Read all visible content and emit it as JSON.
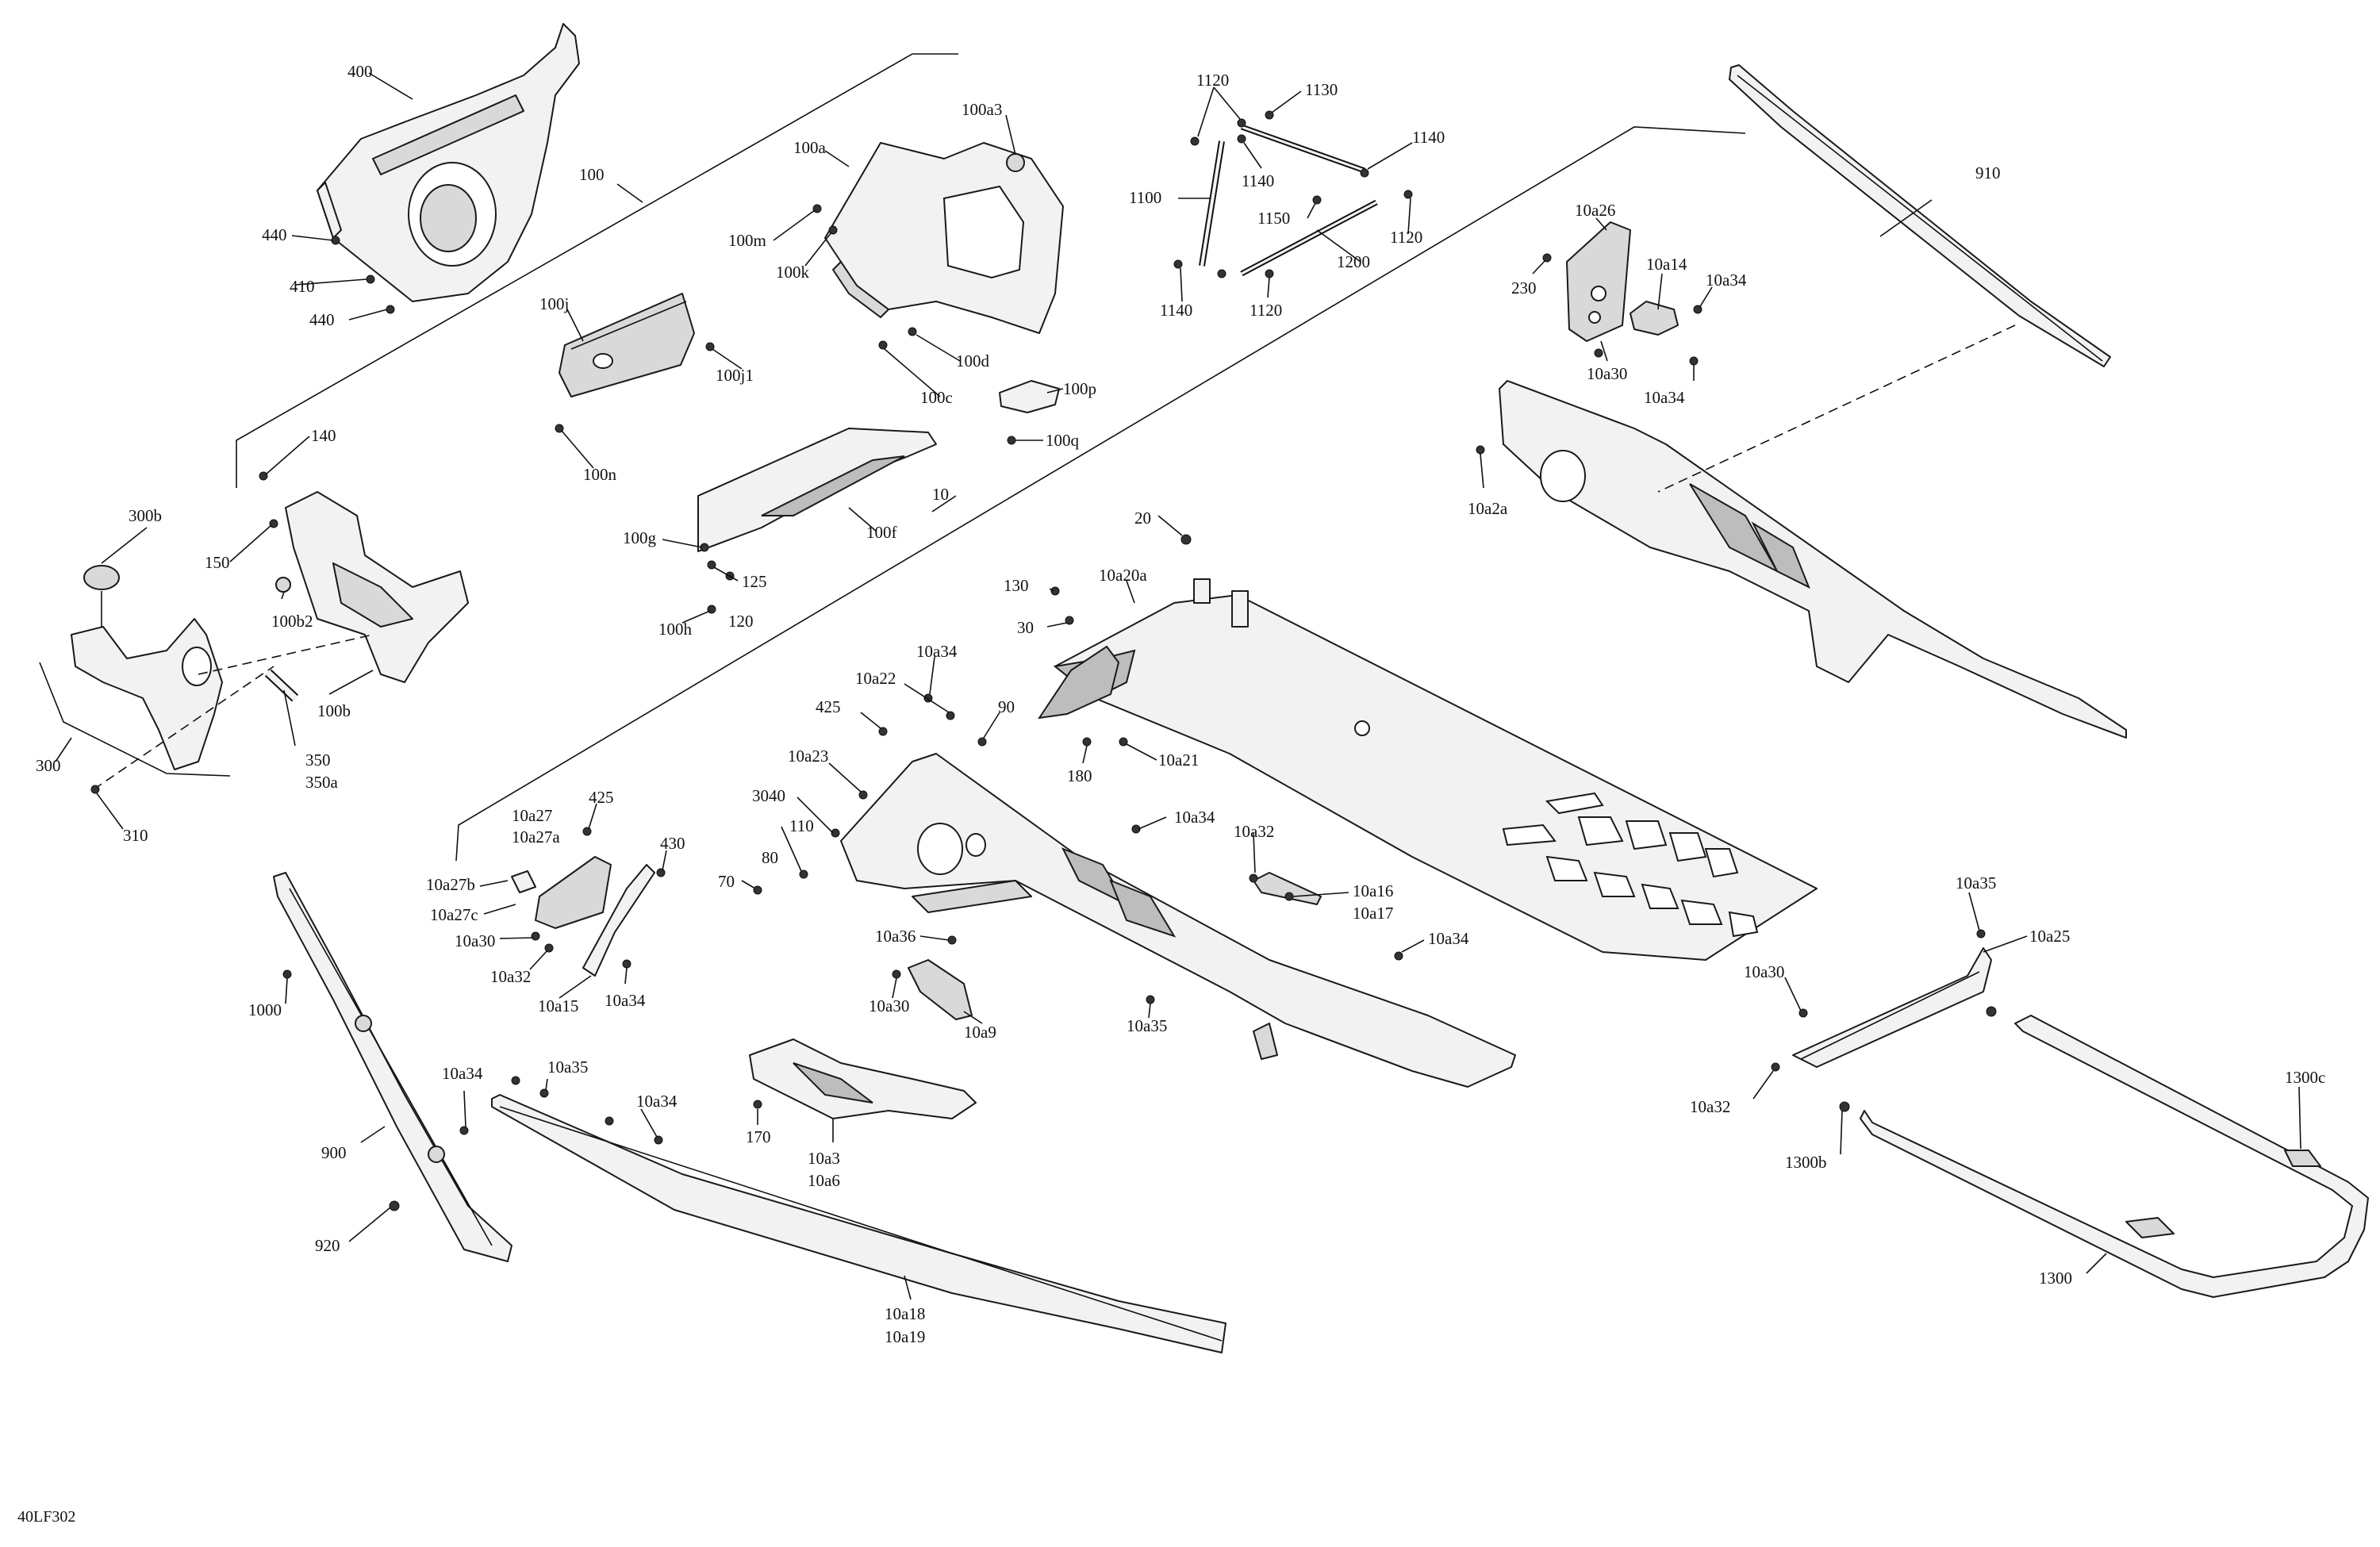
{
  "figure_code": "40LF302",
  "callouts": [
    {
      "id": "c400",
      "text": "400"
    },
    {
      "id": "c100",
      "text": "100"
    },
    {
      "id": "c440a",
      "text": "440"
    },
    {
      "id": "c410",
      "text": "410"
    },
    {
      "id": "c440b",
      "text": "440"
    },
    {
      "id": "c100a3",
      "text": "100a3"
    },
    {
      "id": "c100a",
      "text": "100a"
    },
    {
      "id": "c100m",
      "text": "100m"
    },
    {
      "id": "c100k",
      "text": "100k"
    },
    {
      "id": "c100d",
      "text": "100d"
    },
    {
      "id": "c100c",
      "text": "100c"
    },
    {
      "id": "c100j",
      "text": "100j"
    },
    {
      "id": "c100j1",
      "text": "100j1"
    },
    {
      "id": "c100n",
      "text": "100n"
    },
    {
      "id": "c100p",
      "text": "100p"
    },
    {
      "id": "c100q",
      "text": "100q"
    },
    {
      "id": "c1120a",
      "text": "1120"
    },
    {
      "id": "c1130",
      "text": "1130"
    },
    {
      "id": "c1140a",
      "text": "1140"
    },
    {
      "id": "c1140b",
      "text": "1140"
    },
    {
      "id": "c1100",
      "text": "1100"
    },
    {
      "id": "c1150",
      "text": "1150"
    },
    {
      "id": "c1120b",
      "text": "1120"
    },
    {
      "id": "c1200",
      "text": "1200"
    },
    {
      "id": "c1140c",
      "text": "1140"
    },
    {
      "id": "c1120c",
      "text": "1120"
    },
    {
      "id": "c910",
      "text": "910"
    },
    {
      "id": "c10a26",
      "text": "10a26"
    },
    {
      "id": "c230",
      "text": "230"
    },
    {
      "id": "c10a14",
      "text": "10a14"
    },
    {
      "id": "c10a34a",
      "text": "10a34"
    },
    {
      "id": "c10a30a",
      "text": "10a30"
    },
    {
      "id": "c10a34b",
      "text": "10a34"
    },
    {
      "id": "c10a2a",
      "text": "10a2a"
    },
    {
      "id": "c140",
      "text": "140"
    },
    {
      "id": "c300b",
      "text": "300b"
    },
    {
      "id": "c150",
      "text": "150"
    },
    {
      "id": "c100b2",
      "text": "100b2"
    },
    {
      "id": "c100b",
      "text": "100b"
    },
    {
      "id": "c300",
      "text": "300"
    },
    {
      "id": "c350",
      "text": "350"
    },
    {
      "id": "c350a",
      "text": "350a"
    },
    {
      "id": "c310",
      "text": "310"
    },
    {
      "id": "c100g",
      "text": "100g"
    },
    {
      "id": "c125",
      "text": "125"
    },
    {
      "id": "c100f",
      "text": "100f"
    },
    {
      "id": "c100h",
      "text": "100h"
    },
    {
      "id": "c120",
      "text": "120"
    },
    {
      "id": "c10",
      "text": "10"
    },
    {
      "id": "c20",
      "text": "20"
    },
    {
      "id": "c130",
      "text": "130"
    },
    {
      "id": "c10a20a",
      "text": "10a20a"
    },
    {
      "id": "c30",
      "text": "30"
    },
    {
      "id": "c10a34c",
      "text": "10a34"
    },
    {
      "id": "c10a22",
      "text": "10a22"
    },
    {
      "id": "c425a",
      "text": "425"
    },
    {
      "id": "c90",
      "text": "90"
    },
    {
      "id": "c10a23",
      "text": "10a23"
    },
    {
      "id": "c180",
      "text": "180"
    },
    {
      "id": "c10a21",
      "text": "10a21"
    },
    {
      "id": "c3040",
      "text": "3040"
    },
    {
      "id": "c110",
      "text": "110"
    },
    {
      "id": "c80",
      "text": "80"
    },
    {
      "id": "c70",
      "text": "70"
    },
    {
      "id": "c10a34d",
      "text": "10a34"
    },
    {
      "id": "c10a32a",
      "text": "10a32"
    },
    {
      "id": "c10a16",
      "text": "10a16"
    },
    {
      "id": "c10a17",
      "text": "10a17"
    },
    {
      "id": "c10a34e",
      "text": "10a34"
    },
    {
      "id": "c10a36",
      "text": "10a36"
    },
    {
      "id": "c10a30b",
      "text": "10a30"
    },
    {
      "id": "c10a9",
      "text": "10a9"
    },
    {
      "id": "c10a35a",
      "text": "10a35"
    },
    {
      "id": "c425b",
      "text": "425"
    },
    {
      "id": "c10a27",
      "text": "10a27"
    },
    {
      "id": "c10a27a",
      "text": "10a27a"
    },
    {
      "id": "c430",
      "text": "430"
    },
    {
      "id": "c10a27b",
      "text": "10a27b"
    },
    {
      "id": "c10a27c",
      "text": "10a27c"
    },
    {
      "id": "c10a30c",
      "text": "10a30"
    },
    {
      "id": "c10a32b",
      "text": "10a32"
    },
    {
      "id": "c10a15",
      "text": "10a15"
    },
    {
      "id": "c10a34f",
      "text": "10a34"
    },
    {
      "id": "c1000",
      "text": "1000"
    },
    {
      "id": "c10a34g",
      "text": "10a34"
    },
    {
      "id": "c10a35b",
      "text": "10a35"
    },
    {
      "id": "c10a34h",
      "text": "10a34"
    },
    {
      "id": "c900",
      "text": "900"
    },
    {
      "id": "c920",
      "text": "920"
    },
    {
      "id": "c170",
      "text": "170"
    },
    {
      "id": "c10a3",
      "text": "10a3"
    },
    {
      "id": "c10a6",
      "text": "10a6"
    },
    {
      "id": "c10a18",
      "text": "10a18"
    },
    {
      "id": "c10a19",
      "text": "10a19"
    },
    {
      "id": "c10a35c",
      "text": "10a35"
    },
    {
      "id": "c10a25",
      "text": "10a25"
    },
    {
      "id": "c10a30d",
      "text": "10a30"
    },
    {
      "id": "c10a32c",
      "text": "10a32"
    },
    {
      "id": "c1300b",
      "text": "1300b"
    },
    {
      "id": "c1300c",
      "text": "1300c"
    },
    {
      "id": "c1300",
      "text": "1300"
    }
  ]
}
